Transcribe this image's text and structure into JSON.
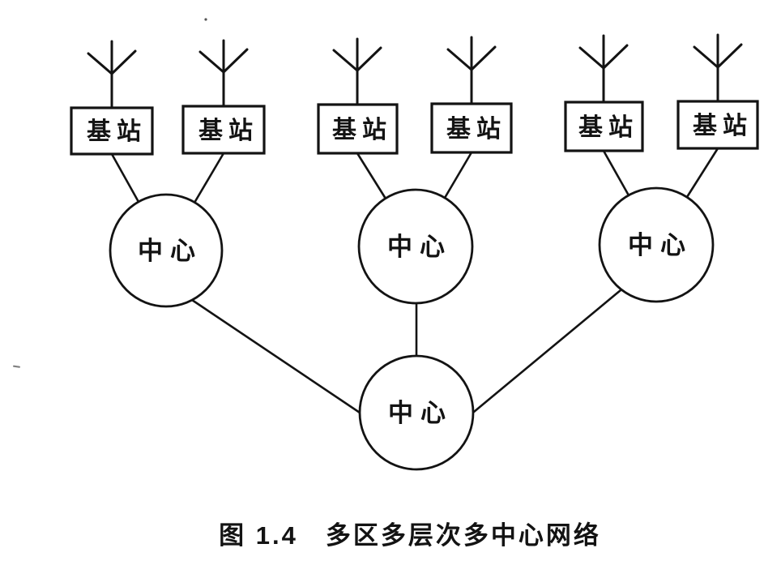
{
  "figure": {
    "caption": "图 1.4　多区多层次多中心网络"
  },
  "diagram": {
    "type": "hierarchical-network",
    "base_stations": [
      {
        "id": "bs-1",
        "label": "基站"
      },
      {
        "id": "bs-2",
        "label": "基站"
      },
      {
        "id": "bs-3",
        "label": "基站"
      },
      {
        "id": "bs-4",
        "label": "基站"
      },
      {
        "id": "bs-5",
        "label": "基站"
      },
      {
        "id": "bs-6",
        "label": "基站"
      }
    ],
    "centers": [
      {
        "id": "center-left",
        "label": "中心"
      },
      {
        "id": "center-middle",
        "label": "中心"
      },
      {
        "id": "center-right",
        "label": "中心"
      },
      {
        "id": "center-main",
        "label": "中心"
      }
    ],
    "connections": [
      {
        "from": "bs-1",
        "to": "center-left"
      },
      {
        "from": "bs-2",
        "to": "center-left"
      },
      {
        "from": "bs-3",
        "to": "center-middle"
      },
      {
        "from": "bs-4",
        "to": "center-middle"
      },
      {
        "from": "bs-5",
        "to": "center-right"
      },
      {
        "from": "bs-6",
        "to": "center-right"
      },
      {
        "from": "center-left",
        "to": "center-main"
      },
      {
        "from": "center-middle",
        "to": "center-main"
      },
      {
        "from": "center-right",
        "to": "center-main"
      }
    ]
  },
  "colors": {
    "ink": "#131313",
    "paper": "#ffffff"
  }
}
